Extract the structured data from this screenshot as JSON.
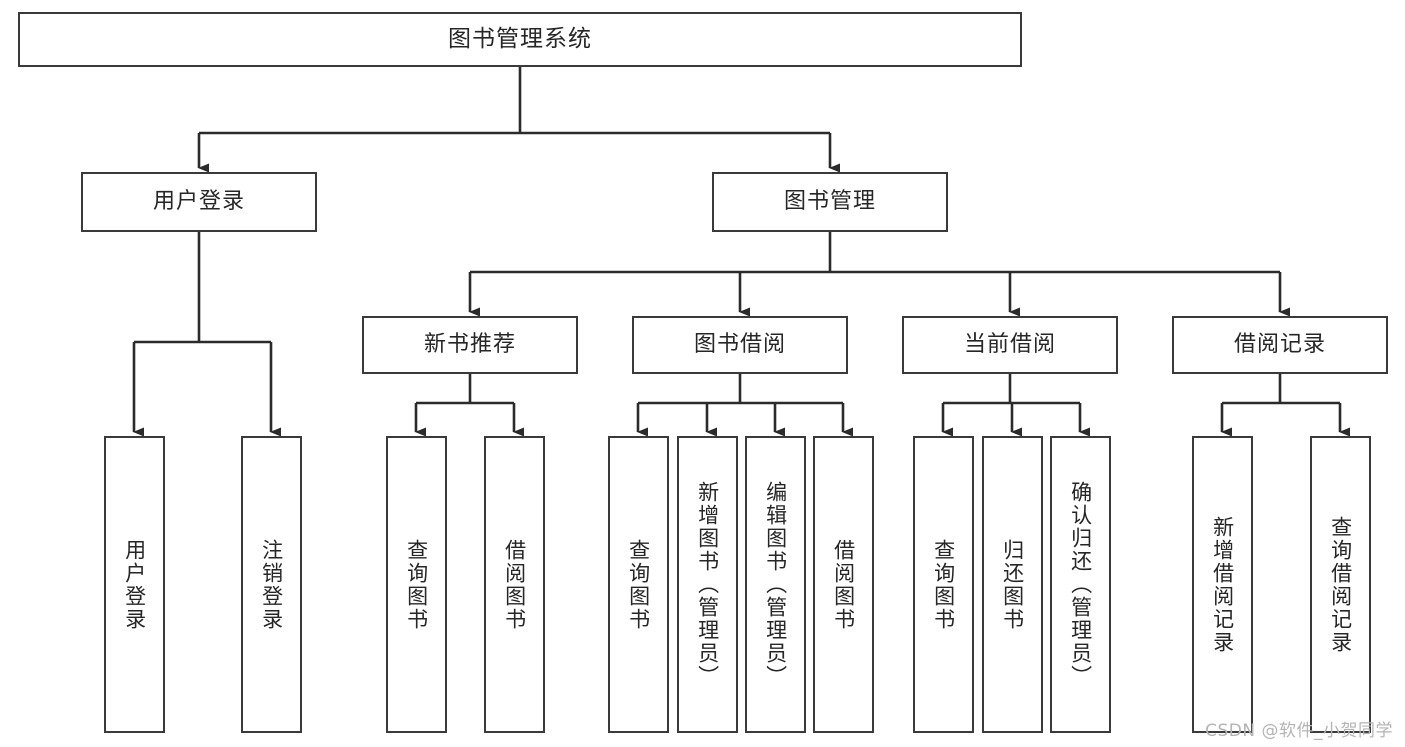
{
  "diagram": {
    "title": "图书管理系统",
    "type": "tree-hierarchy-diagram",
    "colors": {
      "box_border": "#3a3a3a",
      "box_fill": "#ffffff",
      "connector": "#2b2b2b",
      "text": "#262626",
      "watermark": "#b4b4b4",
      "background": "#ffffff"
    },
    "watermark": "CSDN @软件_小贺同学",
    "levels": {
      "root": {
        "label": "图书管理系统"
      },
      "level2": [
        {
          "label": "用户登录"
        },
        {
          "label": "图书管理"
        }
      ],
      "level3": [
        {
          "label": "新书推荐"
        },
        {
          "label": "图书借阅"
        },
        {
          "label": "当前借阅"
        },
        {
          "label": "借阅记录"
        }
      ],
      "leaves": {
        "user_login": [
          {
            "label": "用户登录"
          },
          {
            "label": "注销登录"
          }
        ],
        "new_book_recommend": [
          {
            "label": "查询图书"
          },
          {
            "label": "借阅图书"
          }
        ],
        "book_borrow": [
          {
            "label": "查询图书"
          },
          {
            "label": "新增图书（管理员）"
          },
          {
            "label": "编辑图书（管理员）"
          },
          {
            "label": "借阅图书"
          }
        ],
        "current_borrow": [
          {
            "label": "查询图书"
          },
          {
            "label": "归还图书"
          },
          {
            "label": "确认归还（管理员）"
          }
        ],
        "borrow_record": [
          {
            "label": "新增借阅记录"
          },
          {
            "label": "查询借阅记录"
          }
        ]
      }
    }
  }
}
